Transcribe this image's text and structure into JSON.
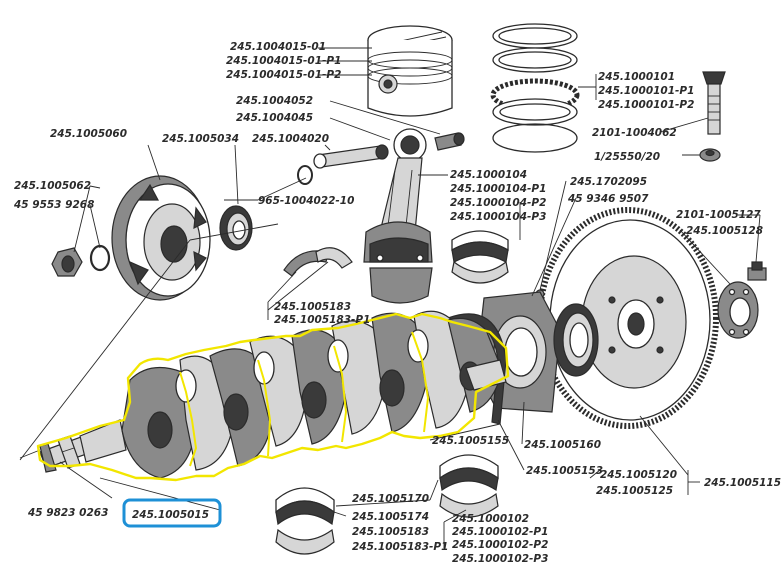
{
  "colors": {
    "highlight": "#f2e600",
    "selection": "#1e90d6",
    "ink": "#2b2b2b"
  },
  "labels": {
    "piston_a": "245.1004015-01",
    "piston_b": "245.1004015-01-P1",
    "piston_c": "245.1004015-01-P2",
    "rings_a": "245.1000101",
    "rings_b": "245.1000101-P1",
    "rings_c": "245.1000101-P2",
    "bolt": "2101-1004062",
    "washer": "1/25550/20",
    "pin_bush": "245.1004052",
    "pin_bush2": "245.1004045",
    "pulley": "245.1005060",
    "seal": "245.1005034",
    "pin": "245.1004020",
    "hub_bolt": "245.1005062",
    "hub_washer": "45 9553 9268",
    "circlip": "965-1004022-10",
    "rod_a": "245.1000104",
    "rod_b": "245.1000104-P1",
    "rod_c": "245.1000104-P2",
    "rod_d": "245.1000104-P3",
    "fw_dowel": "245.1702095",
    "fw_pin": "45 9346 9507",
    "fw_bolt": "2101-1005127",
    "fw_plate": "245.1005128",
    "thrust_a": "245.1005183",
    "thrust_b": "245.1005183-P1",
    "rear_seal": "245.1005155",
    "rear_cover": "245.1005160",
    "rear_gasket": "245.1005153",
    "flywheel_a": "245.1005120",
    "flywheel_b": "245.1005125",
    "flywheel_asm": "245.1005115",
    "key": "45 9823 0263",
    "crankshaft": "245.1005015",
    "main_a": "245.1005170",
    "main_b": "245.1005174",
    "main_c": "245.1005183",
    "main_d": "245.1005183-P1",
    "brg_a": "245.1000102",
    "brg_b": "245.1000102-P1",
    "brg_c": "245.1000102-P2",
    "brg_d": "245.1000102-P3"
  }
}
